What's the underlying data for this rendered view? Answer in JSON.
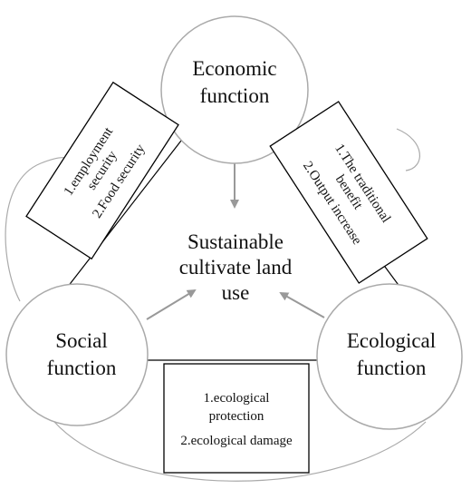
{
  "nodes": {
    "economic": {
      "line1": "Economic",
      "line2": "function"
    },
    "social": {
      "line1": "Social",
      "line2": "function"
    },
    "ecological": {
      "line1": "Ecological",
      "line2": "function"
    },
    "center": {
      "line1": "Sustainable",
      "line2": "cultivate land",
      "line3": "use"
    }
  },
  "boxes": {
    "social_economic": {
      "line1": "1.employment",
      "line2": "security",
      "line3": "2.Food security"
    },
    "economic_ecological": {
      "line1": "1.The traditional",
      "line2": "benefit",
      "line3": "2.Output increase"
    },
    "social_ecological": {
      "line1": "1.ecological",
      "line2": "protection",
      "line3": "2.ecological damage"
    }
  },
  "colors": {
    "circle_stroke": "#aaaaaa",
    "arrow": "#999999",
    "box_stroke": "#000000"
  }
}
